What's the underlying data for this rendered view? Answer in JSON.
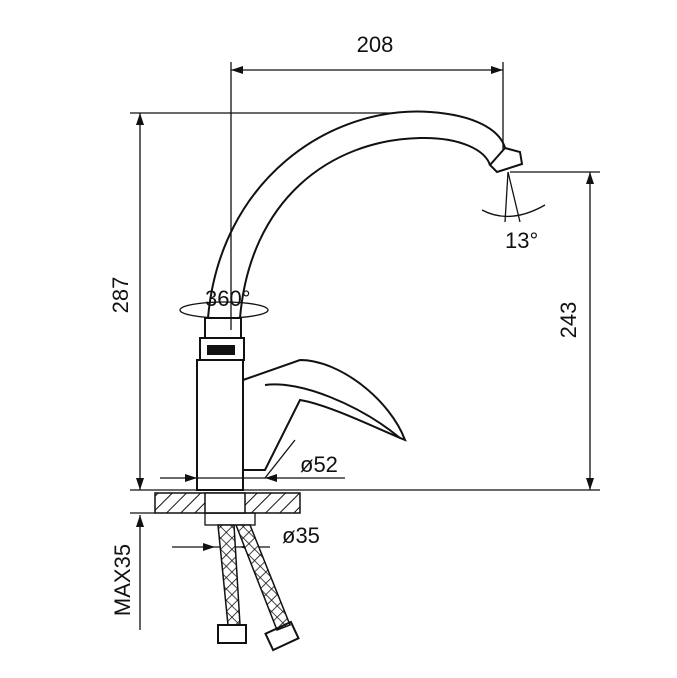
{
  "title": "Faucet dimension drawing",
  "dimensions": {
    "spout_reach": "208",
    "total_height": "287",
    "spout_height": "243",
    "spout_tilt": "13°",
    "swivel": "360°",
    "base_diameter": "ø52",
    "mount_diameter": "ø35",
    "max_counter_thickness": "MAX35"
  },
  "colors": {
    "line": "#111111",
    "background": "#ffffff"
  }
}
